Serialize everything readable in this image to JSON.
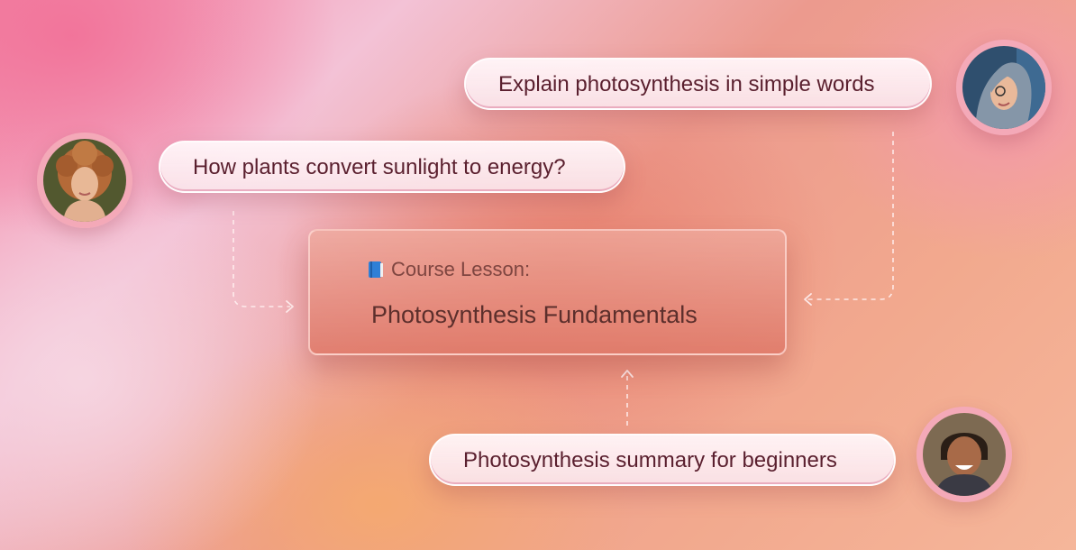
{
  "bubbles": {
    "top_right": "Explain photosynthesis in simple words",
    "left": "How plants convert sunlight to energy?",
    "bottom": "Photosynthesis summary for beginners"
  },
  "card": {
    "label": "Course Lesson:",
    "title": "Photosynthesis Fundamentals",
    "icon": "book-icon"
  },
  "colors": {
    "text": "#5a1f2e",
    "avatar_ring": "#f4a9b8"
  }
}
